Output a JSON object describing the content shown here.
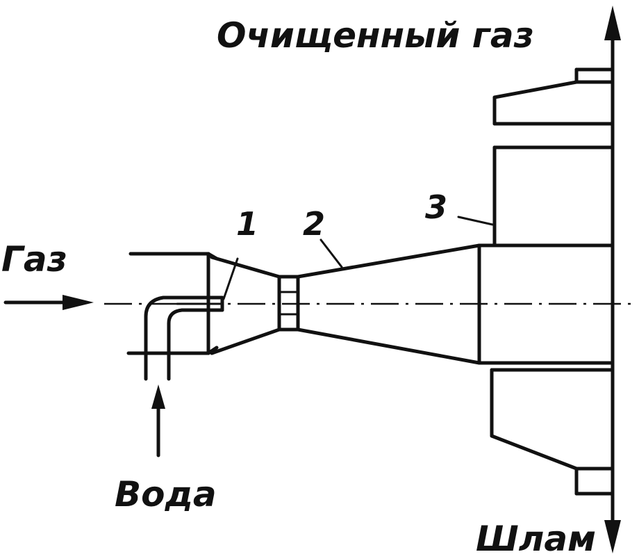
{
  "labels": {
    "clean_gas": "Очищенный газ",
    "gas": "Газ",
    "water": "Вода",
    "sludge": "Шлам",
    "part1": "1",
    "part2": "2",
    "part3": "3"
  }
}
